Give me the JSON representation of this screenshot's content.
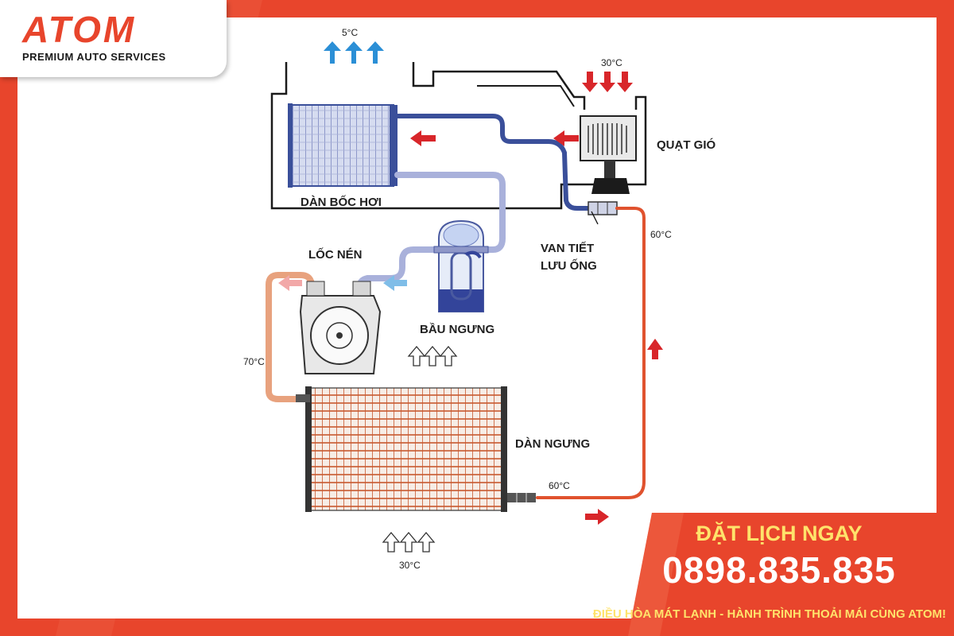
{
  "brand": {
    "name": "ATOM",
    "tagline": "PREMIUM AUTO SERVICES"
  },
  "cta": {
    "title": "ĐẶT LỊCH NGAY",
    "phone": "0898.835.835",
    "slogan": "ĐIỀU HÒA MÁT LẠNH - HÀNH TRÌNH THOẢI MÁI CÙNG ATOM!"
  },
  "labels": {
    "evaporator": "DÀN BỐC HƠI",
    "blower": "QUẠT GIÓ",
    "compressor": "LỐC NÉN",
    "receiver": "BẦU NGƯNG",
    "expansion_valve_line1": "VAN TIẾT",
    "expansion_valve_line2": "LƯU ỐNG",
    "condenser": "DÀN NGƯNG"
  },
  "temps": {
    "cold_air_out": "5°C",
    "blower_air_in": "30°C",
    "valve_line": "60°C",
    "compressor_out": "70°C",
    "condenser_out": "60°C",
    "ambient_air": "30°C"
  },
  "colors": {
    "brand_red": "#e8452c",
    "cta_yellow": "#ffe36b",
    "cold_pipe": "#3a4f9a",
    "hot_pipe": "#e0522e",
    "warm_pipe": "#e8a27e",
    "cold_arrow": "#2b8fd6",
    "hot_arrow": "#d8262a"
  }
}
